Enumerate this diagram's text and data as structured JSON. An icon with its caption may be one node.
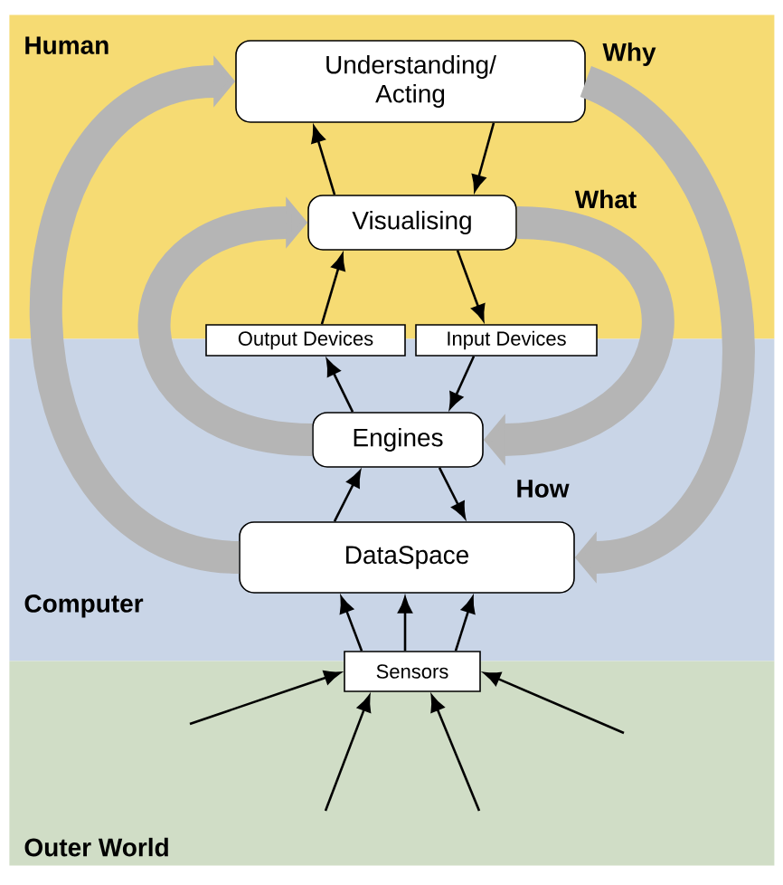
{
  "diagram": {
    "nodes": [
      {
        "text": [
          "Human"
        ]
      },
      {
        "text": [
          "Computer"
        ]
      },
      {
        "text": [
          "Outer World"
        ]
      },
      {
        "text": [
          "Understanding/ Acting"
        ],
        "in": 0
      },
      {
        "text": [
          "Visualising"
        ],
        "in": 0
      },
      {
        "text": [
          "Output Devices"
        ]
      },
      {
        "text": [
          "Input Devices"
        ]
      },
      {
        "text": [
          "Engines"
        ],
        "in": 1
      },
      {
        "text": [
          "DataSpace"
        ],
        "in": 1
      },
      {
        "text": [
          "Sensors"
        ]
      }
    ],
    "edges": [
      {
        "from": 4,
        "to": 3,
        "arrow": "to"
      },
      {
        "from": 3,
        "to": 4,
        "arrow": "to"
      },
      {
        "from": 5,
        "to": 4,
        "arrow": "to"
      },
      {
        "from": 4,
        "to": 6,
        "arrow": "to"
      },
      {
        "from": 7,
        "to": 5,
        "arrow": "to"
      },
      {
        "from": 6,
        "to": 7,
        "arrow": "to"
      },
      {
        "from": 8,
        "to": 7,
        "arrow": "to"
      },
      {
        "from": 7,
        "to": 8,
        "arrow": "to"
      },
      {
        "from": 9,
        "to": 8,
        "arrow": "to"
      },
      {
        "from": 9,
        "to": 8,
        "arrow": "to"
      },
      {
        "from": 9,
        "to": 8,
        "arrow": "to"
      },
      {
        "from": 2,
        "to": 9,
        "arrow": "to"
      },
      {
        "from": 2,
        "to": 9,
        "arrow": "to"
      },
      {
        "from": 2,
        "to": 9,
        "arrow": "to"
      },
      {
        "from": 2,
        "to": 9,
        "arrow": "to"
      },
      {
        "from": 8,
        "to": 3,
        "arrow": "to",
        "style": "thick",
        "color": "#b5b5b5"
      },
      {
        "from": 3,
        "to": 8,
        "arrow": "to",
        "style": "thick",
        "color": "#b5b5b5"
      },
      {
        "from": 7,
        "to": 4,
        "arrow": "to",
        "style": "thick",
        "color": "#b5b5b5"
      },
      {
        "from": 4,
        "to": 7,
        "arrow": "to",
        "style": "thick",
        "color": "#b5b5b5"
      }
    ],
    "labels": [
      "Why",
      "What",
      "How"
    ]
  }
}
